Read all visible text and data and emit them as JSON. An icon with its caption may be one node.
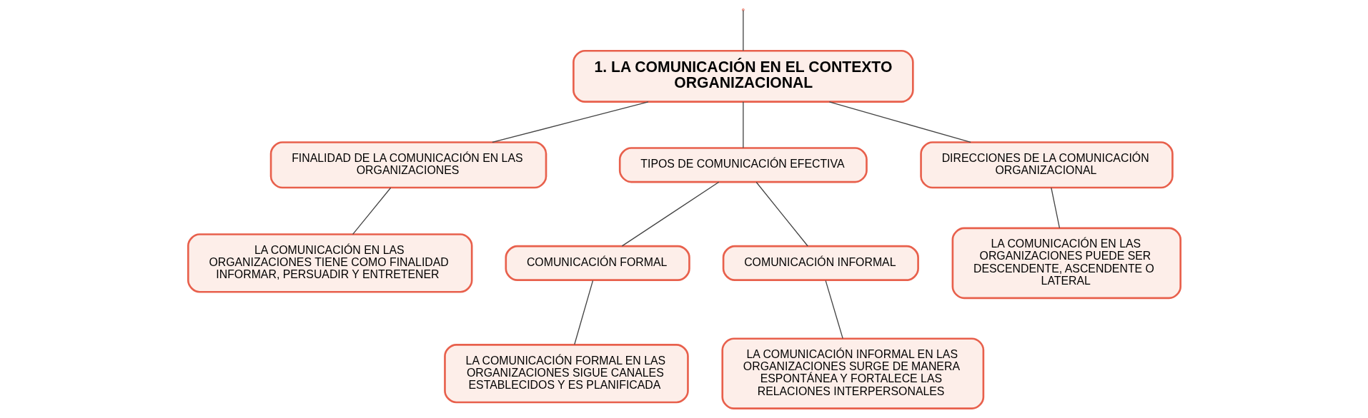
{
  "diagram": {
    "nodes": [
      {
        "text": [
          "1. LA COMUNICACIÓN EN EL CONTEXTO ORGANIZACIONAL"
        ]
      },
      {
        "text": [
          "FINALIDAD DE LA COMUNICACIÓN EN LAS ORGANIZACIONES"
        ]
      },
      {
        "text": [
          "TIPOS DE COMUNICACIÓN EFECTIVA"
        ]
      },
      {
        "text": [
          "DIRECCIONES DE LA COMUNICACIÓN ORGANIZACIONAL"
        ]
      },
      {
        "text": [
          "LA COMUNICACIÓN EN LAS ORGANIZACIONES TIENE COMO FINALIDAD INFORMAR, PERSUADIR Y ENTRETENER"
        ]
      },
      {
        "text": [
          "COMUNICACIÓN FORMAL"
        ]
      },
      {
        "text": [
          "COMUNICACIÓN INFORMAL"
        ]
      },
      {
        "text": [
          "LA COMUNICACIÓN EN LAS ORGANIZACIONES PUEDE SER DESCENDENTE, ASCENDENTE O LATERAL"
        ]
      },
      {
        "text": [
          "LA COMUNICACIÓN FORMAL EN LAS ORGANIZACIONES SIGUE CANALES ESTABLECIDOS Y ES PLANIFICADA"
        ]
      },
      {
        "text": [
          "LA COMUNICACIÓN INFORMAL EN LAS ORGANIZACIONES SURGE DE MANERA ESPONTÁNEA Y FORTALECE LAS RELACIONES INTERPERSONALES"
        ]
      }
    ],
    "edges": [
      {
        "from": null,
        "to": 0,
        "arrow": "none"
      },
      {
        "from": 0,
        "to": 1,
        "arrow": "none"
      },
      {
        "from": 0,
        "to": 2,
        "arrow": "none"
      },
      {
        "from": 0,
        "to": 3,
        "arrow": "none"
      },
      {
        "from": 1,
        "to": 4,
        "arrow": "none"
      },
      {
        "from": 2,
        "to": 5,
        "arrow": "none"
      },
      {
        "from": 2,
        "to": 6,
        "arrow": "none"
      },
      {
        "from": 3,
        "to": 7,
        "arrow": "none"
      },
      {
        "from": 5,
        "to": 8,
        "arrow": "none"
      },
      {
        "from": 6,
        "to": 9,
        "arrow": "none"
      }
    ]
  }
}
